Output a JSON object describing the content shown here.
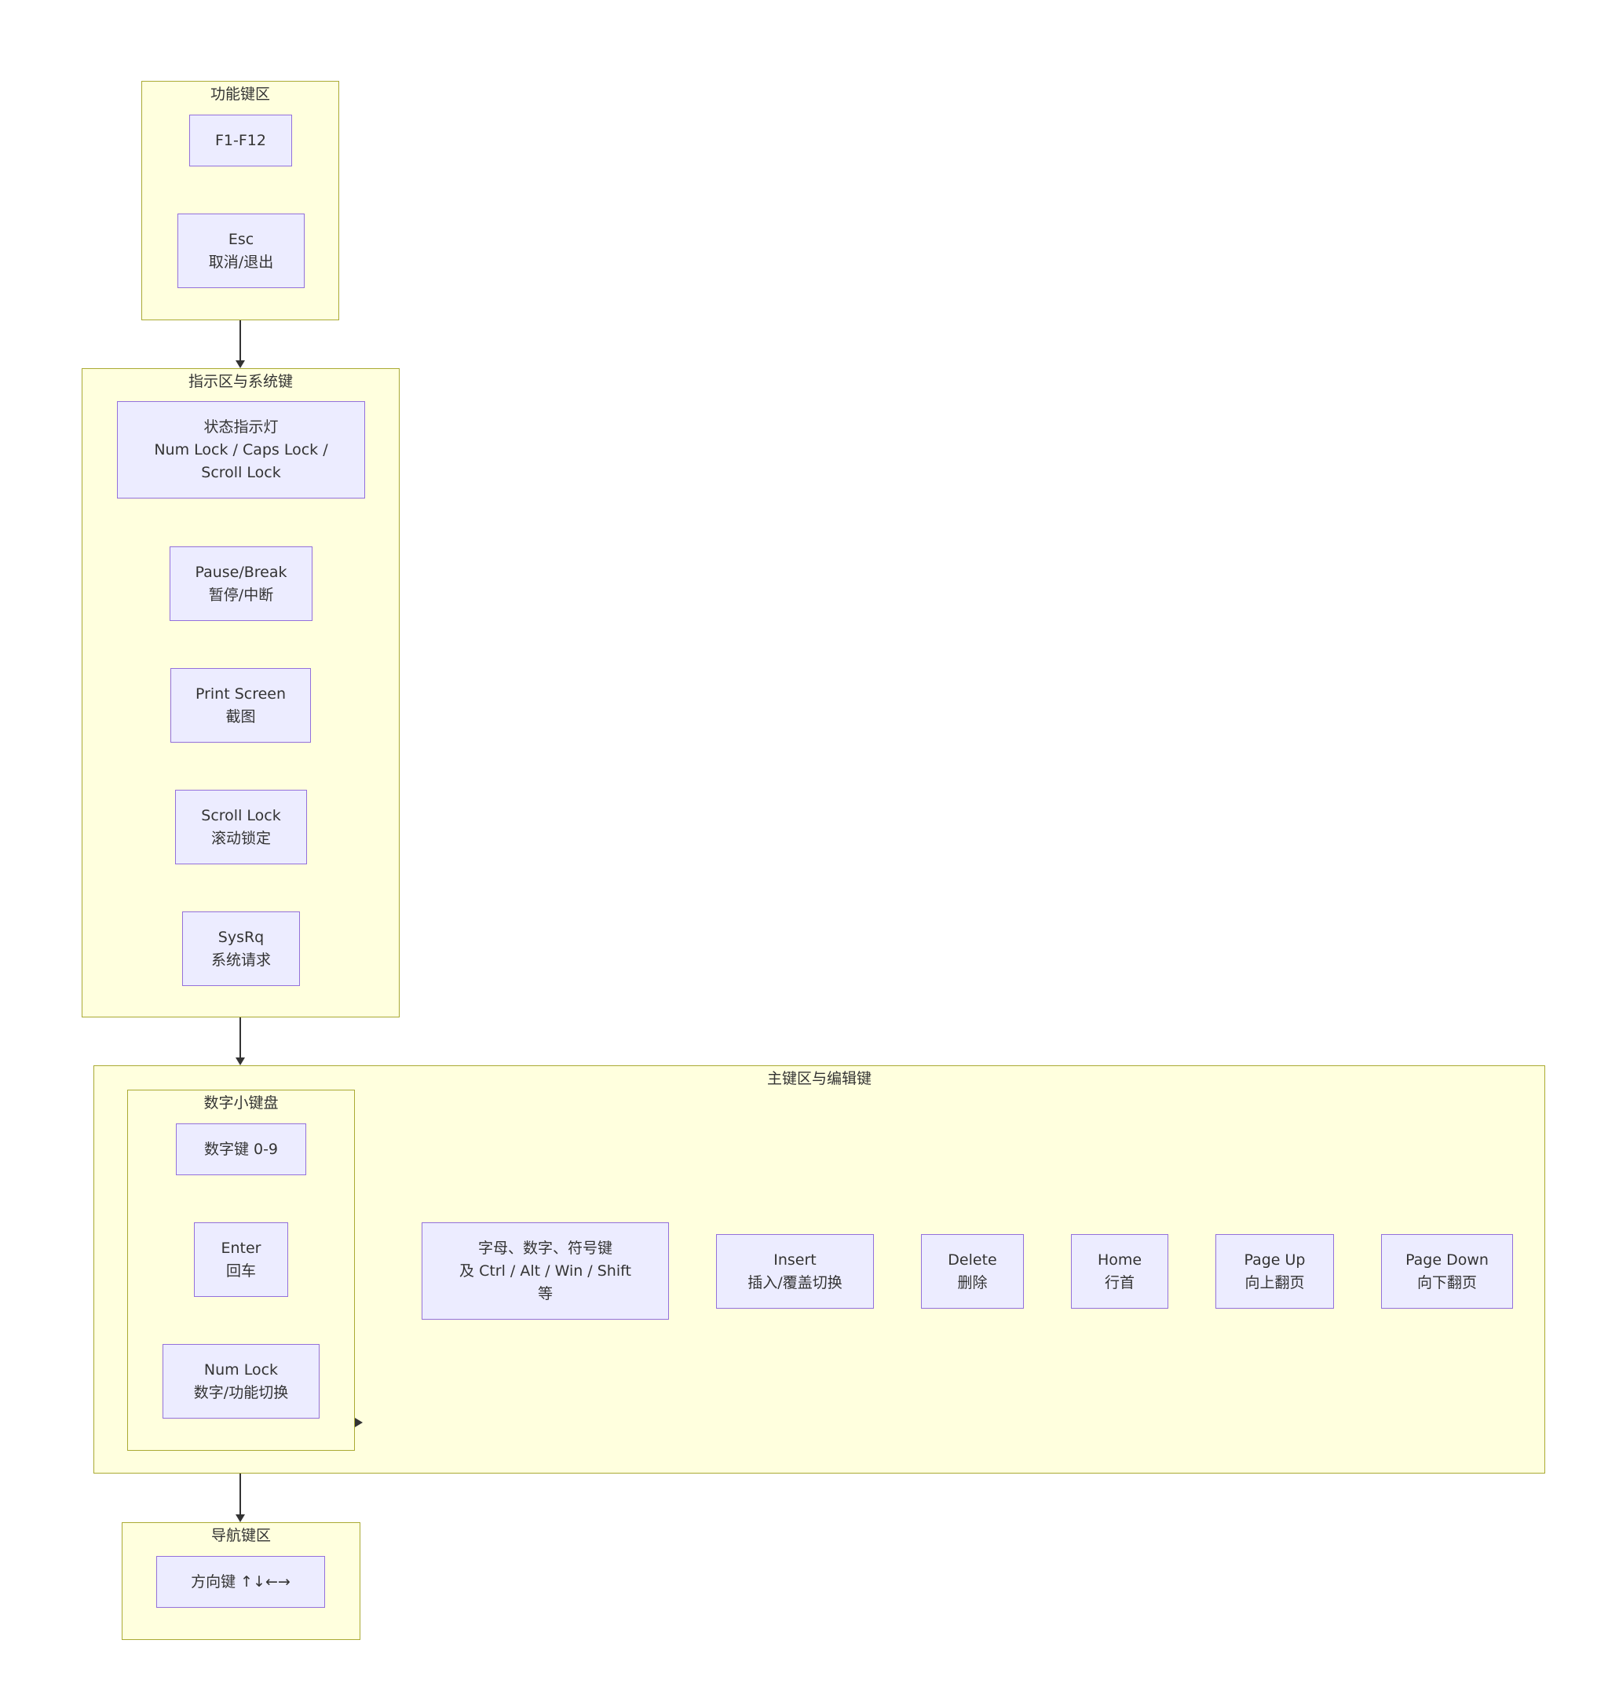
{
  "clusters": {
    "function_keys": {
      "title": "功能键区"
    },
    "indicator_system": {
      "title": "指示区与系统键"
    },
    "main_editing": {
      "title": "主键区与编辑键"
    },
    "numpad": {
      "title": "数字小键盘"
    },
    "navigation": {
      "title": "导航键区"
    }
  },
  "nodes": {
    "f1_f12": {
      "lines": [
        "F1-F12"
      ]
    },
    "esc": {
      "lines": [
        "Esc",
        "取消/退出"
      ]
    },
    "status_leds": {
      "lines": [
        "状态指示灯",
        "Num Lock / Caps Lock /",
        "Scroll Lock"
      ]
    },
    "pause_break": {
      "lines": [
        "Pause/Break",
        "暂停/中断"
      ]
    },
    "print_screen": {
      "lines": [
        "Print Screen",
        "截图"
      ]
    },
    "scroll_lock": {
      "lines": [
        "Scroll Lock",
        "滚动锁定"
      ]
    },
    "sysrq": {
      "lines": [
        "SysRq",
        "系统请求"
      ]
    },
    "numpad_digits": {
      "lines": [
        "数字键 0-9"
      ]
    },
    "numpad_enter": {
      "lines": [
        "Enter",
        "回车"
      ]
    },
    "numpad_numlock": {
      "lines": [
        "Num Lock",
        "数字/功能切换"
      ]
    },
    "main_keys": {
      "lines": [
        "字母、数字、符号键",
        "及 Ctrl / Alt / Win / Shift",
        "等"
      ]
    },
    "insert": {
      "lines": [
        "Insert",
        "插入/覆盖切换"
      ]
    },
    "delete": {
      "lines": [
        "Delete",
        "删除"
      ]
    },
    "home": {
      "lines": [
        "Home",
        "行首"
      ]
    },
    "page_up": {
      "lines": [
        "Page Up",
        "向上翻页"
      ]
    },
    "page_down": {
      "lines": [
        "Page Down",
        "向下翻页"
      ]
    },
    "arrow_keys": {
      "lines": [
        "方向键 ↑↓←→"
      ]
    }
  },
  "edges": [
    {
      "from": "function_keys",
      "to": "indicator_system"
    },
    {
      "from": "indicator_system",
      "to": "main_editing"
    },
    {
      "from": "main_editing",
      "to": "navigation"
    },
    {
      "from": "numpad",
      "to": "main_editing"
    }
  ],
  "colors": {
    "cluster_fill": "#ffffde",
    "cluster_border": "#aaaa33",
    "node_fill": "#ececff",
    "node_border": "#9370db",
    "edge": "#333333",
    "text": "#333333"
  }
}
